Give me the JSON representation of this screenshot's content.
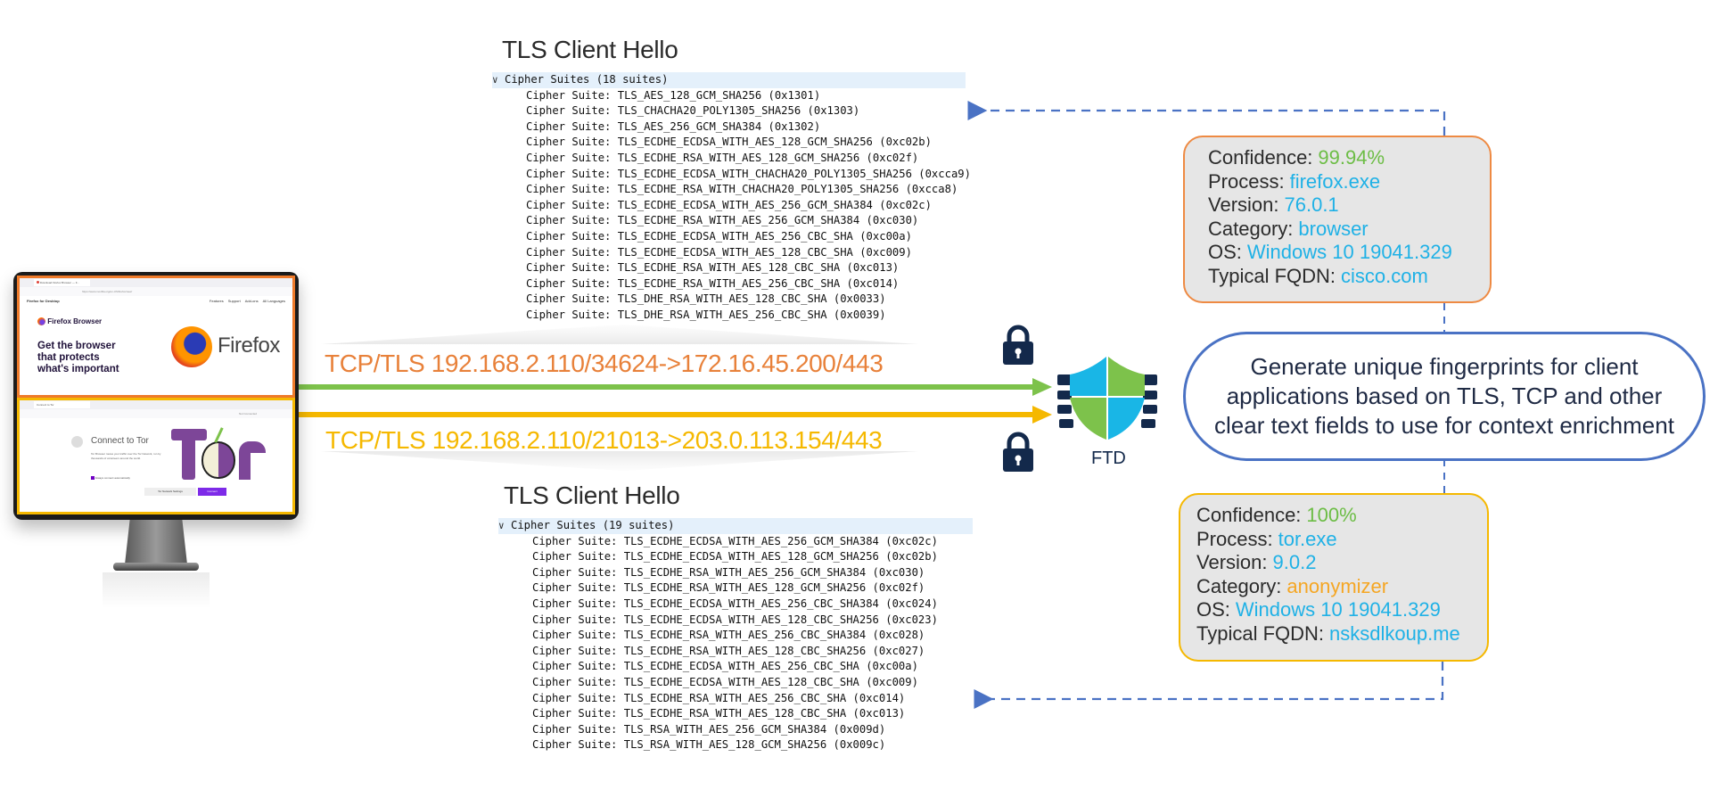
{
  "top_hello": {
    "title": "TLS Client Hello",
    "header": "Cipher Suites (18 suites)",
    "prefix": "Cipher Suite: ",
    "suites": [
      "TLS_AES_128_GCM_SHA256 (0x1301)",
      "TLS_CHACHA20_POLY1305_SHA256 (0x1303)",
      "TLS_AES_256_GCM_SHA384 (0x1302)",
      "TLS_ECDHE_ECDSA_WITH_AES_128_GCM_SHA256 (0xc02b)",
      "TLS_ECDHE_RSA_WITH_AES_128_GCM_SHA256 (0xc02f)",
      "TLS_ECDHE_ECDSA_WITH_CHACHA20_POLY1305_SHA256 (0xcca9)",
      "TLS_ECDHE_RSA_WITH_CHACHA20_POLY1305_SHA256 (0xcca8)",
      "TLS_ECDHE_ECDSA_WITH_AES_256_GCM_SHA384 (0xc02c)",
      "TLS_ECDHE_RSA_WITH_AES_256_GCM_SHA384 (0xc030)",
      "TLS_ECDHE_ECDSA_WITH_AES_256_CBC_SHA (0xc00a)",
      "TLS_ECDHE_ECDSA_WITH_AES_128_CBC_SHA (0xc009)",
      "TLS_ECDHE_RSA_WITH_AES_128_CBC_SHA (0xc013)",
      "TLS_ECDHE_RSA_WITH_AES_256_CBC_SHA (0xc014)",
      "TLS_DHE_RSA_WITH_AES_128_CBC_SHA (0x0033)",
      "TLS_DHE_RSA_WITH_AES_256_CBC_SHA (0x0039)"
    ]
  },
  "bottom_hello": {
    "title": "TLS Client Hello",
    "header": "Cipher Suites (19 suites)",
    "prefix": "Cipher Suite: ",
    "suites": [
      "TLS_ECDHE_ECDSA_WITH_AES_256_GCM_SHA384 (0xc02c)",
      "TLS_ECDHE_ECDSA_WITH_AES_128_GCM_SHA256 (0xc02b)",
      "TLS_ECDHE_RSA_WITH_AES_256_GCM_SHA384 (0xc030)",
      "TLS_ECDHE_RSA_WITH_AES_128_GCM_SHA256 (0xc02f)",
      "TLS_ECDHE_ECDSA_WITH_AES_256_CBC_SHA384 (0xc024)",
      "TLS_ECDHE_ECDSA_WITH_AES_128_CBC_SHA256 (0xc023)",
      "TLS_ECDHE_RSA_WITH_AES_256_CBC_SHA384 (0xc028)",
      "TLS_ECDHE_RSA_WITH_AES_128_CBC_SHA256 (0xc027)",
      "TLS_ECDHE_ECDSA_WITH_AES_256_CBC_SHA (0xc00a)",
      "TLS_ECDHE_ECDSA_WITH_AES_128_CBC_SHA (0xc009)",
      "TLS_ECDHE_RSA_WITH_AES_256_CBC_SHA (0xc014)",
      "TLS_ECDHE_RSA_WITH_AES_128_CBC_SHA (0xc013)",
      "TLS_RSA_WITH_AES_256_GCM_SHA384 (0x009d)",
      "TLS_RSA_WITH_AES_128_GCM_SHA256 (0x009c)"
    ]
  },
  "connections": [
    {
      "label": "TCP/TLS 192.168.2.110/34624->172.16.45.200/443",
      "color": "#e8813a",
      "arrow_color": "#7dc24b"
    },
    {
      "label": "TCP/TLS 192.168.2.110/21013->203.0.113.154/443",
      "color": "#f5b800",
      "arrow_color": "#f5b800"
    }
  ],
  "ftd": {
    "label": "FTD",
    "icon": "shield-firewall-icon"
  },
  "description": "Generate unique fingerprints for client applications based on TLS, TCP and other clear text fields to use for context enrichment",
  "firefox_screen": {
    "tab_title": "Download Firefox Browser — F...",
    "url": "https://www.mozilla.org/en-US/firefox/new/",
    "nav_title": "Firefox for Desktop",
    "nav_links": [
      "Features",
      "Support",
      "Add-ons",
      "All Languages"
    ],
    "brand": "Firefox Browser",
    "headline_lines": [
      "Get the browser",
      "that protects",
      "what's important"
    ],
    "logo_word": "Firefox"
  },
  "tor_screen": {
    "tab_title": "Connect to Tor",
    "status": "Not Connected",
    "heading": "Connect to Tor",
    "body": "Tor Browser routes your traffic over the Tor Network, run by thousands of volunteers around the world.",
    "checkbox_label": "Always connect automatically",
    "settings_button": "Tor Network Settings",
    "connect_button": "Connect",
    "logo_word": "Tor"
  },
  "fingerprints": [
    {
      "border": "#ee8a43",
      "rows": [
        {
          "key": "Confidence:",
          "value": "99.94%",
          "color": "#6cbd45"
        },
        {
          "key": "Process:",
          "value": "firefox.exe",
          "color": "#1fb1e6"
        },
        {
          "key": "Version:",
          "value": "76.0.1",
          "color": "#1fb1e6"
        },
        {
          "key": "Category:",
          "value": "browser",
          "color": "#1fb1e6"
        },
        {
          "key": "OS:",
          "value": "Windows 10 19041.329",
          "color": "#1fb1e6"
        },
        {
          "key": "Typical FQDN:",
          "value": "cisco.com",
          "color": "#1fb1e6"
        }
      ]
    },
    {
      "border": "#f5b800",
      "rows": [
        {
          "key": "Confidence:",
          "value": "100%",
          "color": "#6cbd45"
        },
        {
          "key": "Process:",
          "value": "tor.exe",
          "color": "#1fb1e6"
        },
        {
          "key": "Version:",
          "value": "9.0.2",
          "color": "#1fb1e6"
        },
        {
          "key": "Category:",
          "value": "anonymizer",
          "color": "#f5a623"
        },
        {
          "key": "OS:",
          "value": "Windows 10 19041.329",
          "color": "#1fb1e6"
        },
        {
          "key": "Typical FQDN:",
          "value": "nsksdlkoup.me",
          "color": "#1fb1e6"
        }
      ]
    }
  ],
  "colors": {
    "dash": "#4a72c4",
    "lock": "#13294b",
    "shield_blue": "#19b6e6",
    "shield_green": "#7dc24b"
  }
}
